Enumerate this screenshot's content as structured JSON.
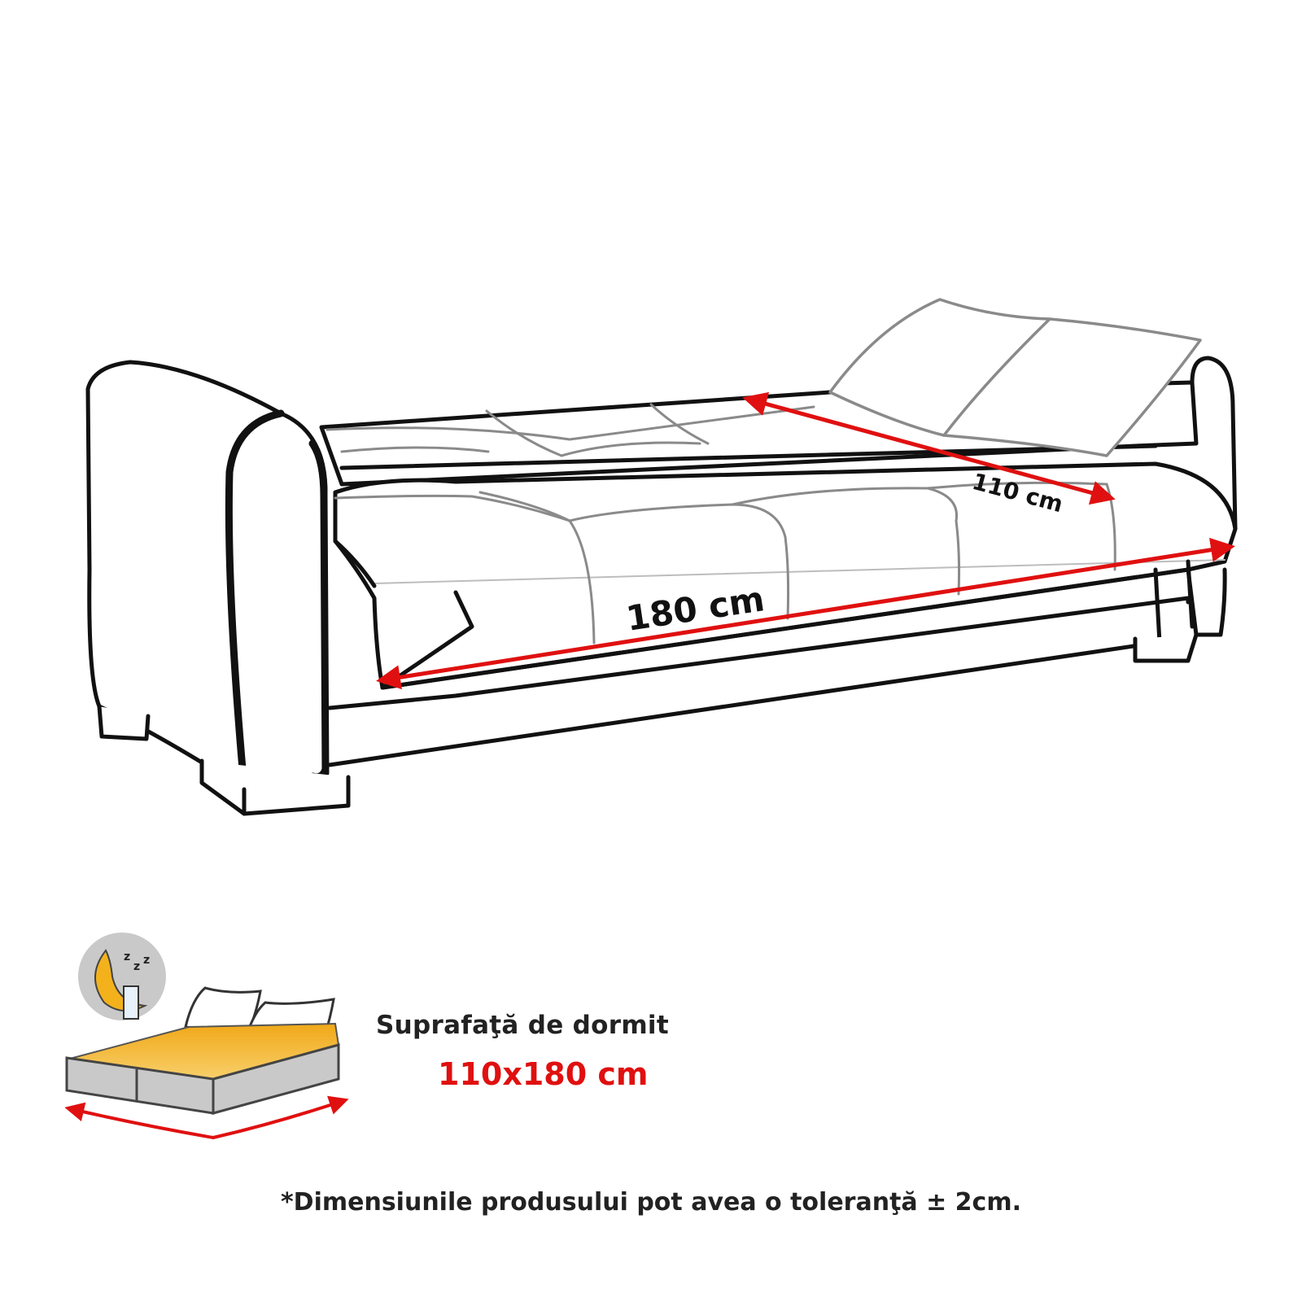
{
  "diagram": {
    "length_label": "180 cm",
    "depth_label": "110 cm"
  },
  "caption": {
    "title": "Suprafaţă de dormit",
    "value": "110x180 cm"
  },
  "footnote": "*Dimensiunile produsului pot avea o toleranţă ± 2cm.",
  "colors": {
    "measure_red": "#e01010",
    "outline": "#111111",
    "quilting": "#8a8a8a",
    "mattress_yellow": "#f3b21c",
    "icon_grey": "#c9c9c9"
  },
  "icons": [
    "sofa-bed-illustration",
    "sleep-moon-icon",
    "bed-surface-icon"
  ]
}
